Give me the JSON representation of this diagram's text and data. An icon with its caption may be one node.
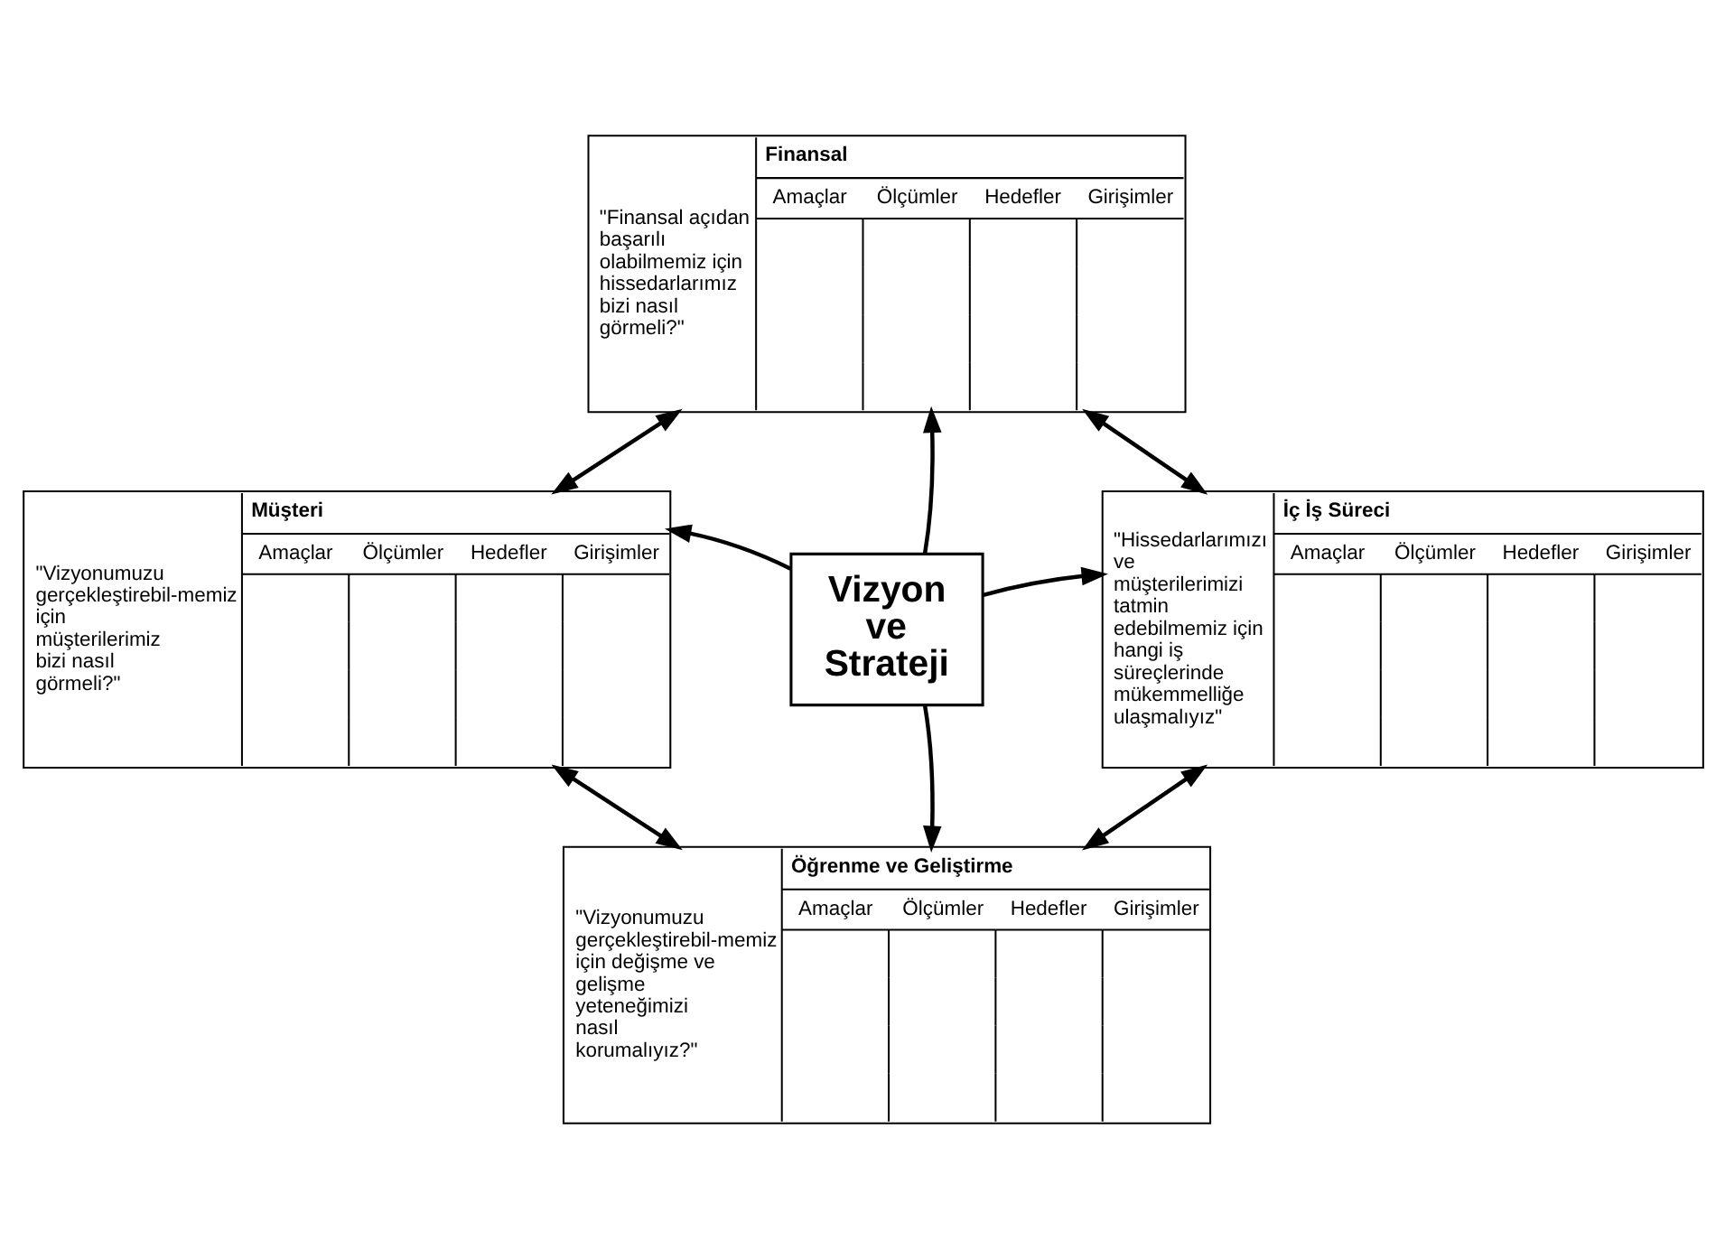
{
  "diagram": {
    "nodes": [
      {
        "text": [
          "Finansal",
          "\"Finansal açıdan başarılı olabilmemiz için hissedarlarımız bizi nasıl görmeli?\"",
          "Amaçlar",
          "Ölçümler",
          "Hedefler",
          "Girişimler"
        ]
      },
      {
        "text": [
          "Müşteri",
          "\"Vizyonumuzu gerçekleştirebil-memiz için müşterilerimiz bizi nasıl görmeli?\"",
          "Amaçlar",
          "Ölçümler",
          "Hedefler",
          "Girişimler"
        ]
      },
      {
        "text": [
          "Vizyon ve Strateji"
        ]
      },
      {
        "text": [
          "İç İş Süreci",
          "\"Hissedarlarımızı ve müşterilerimizi tatmin edebilmemiz için hangi iş süreçlerinde mükemmelliğe ulaşmalıyız\"",
          "Amaçlar",
          "Ölçümler",
          "Hedefler",
          "Girişimler"
        ]
      },
      {
        "text": [
          "Öğrenme ve Geliştirme",
          "\"Vizyonumuzu gerçekleştirebil-memiz için değişme ve gelişme yeteneğimizi nasıl korumalıyız?\"",
          "Amaçlar",
          "Ölçümler",
          "Hedefler",
          "Girişimler"
        ]
      }
    ],
    "edges": [
      {
        "from": 2,
        "to": 0,
        "arrow": "to"
      },
      {
        "from": 2,
        "to": 1,
        "arrow": "to"
      },
      {
        "from": 2,
        "to": 3,
        "arrow": "to"
      },
      {
        "from": 2,
        "to": 4,
        "arrow": "to"
      },
      {
        "from": 0,
        "to": 1,
        "arrow": "both"
      },
      {
        "from": 0,
        "to": 3,
        "arrow": "both"
      },
      {
        "from": 1,
        "to": 4,
        "arrow": "both"
      },
      {
        "from": 3,
        "to": 4,
        "arrow": "both"
      }
    ]
  }
}
